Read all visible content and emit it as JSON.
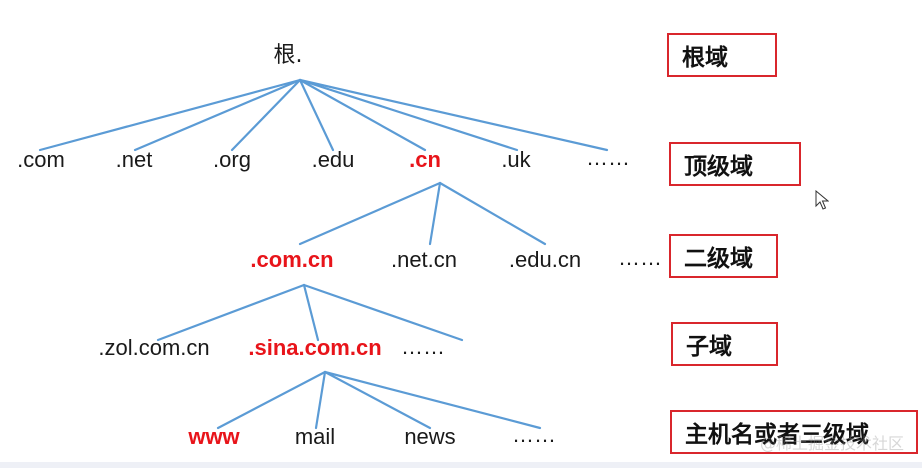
{
  "diagram": {
    "root": "根.",
    "tld": [
      ".com",
      ".net",
      ".org",
      ".edu",
      ".cn",
      ".uk",
      "……"
    ],
    "second_level": [
      ".com.cn",
      ".net.cn",
      ".edu.cn",
      "……"
    ],
    "subdomain": [
      ".zol.com.cn",
      ".sina.com.cn",
      "……"
    ],
    "hosts": [
      "www",
      "mail",
      "news",
      "……"
    ]
  },
  "levels": [
    {
      "label": "根域"
    },
    {
      "label": "顶级域"
    },
    {
      "label": "二级域"
    },
    {
      "label": "子域"
    },
    {
      "label": "主机名或者三级域"
    }
  ],
  "colors": {
    "line": "#5b9bd5",
    "highlight": "#e8141a",
    "box_border": "#d9262c",
    "text": "#1a1a1a"
  },
  "watermark": "@稀土掘金技术社区"
}
